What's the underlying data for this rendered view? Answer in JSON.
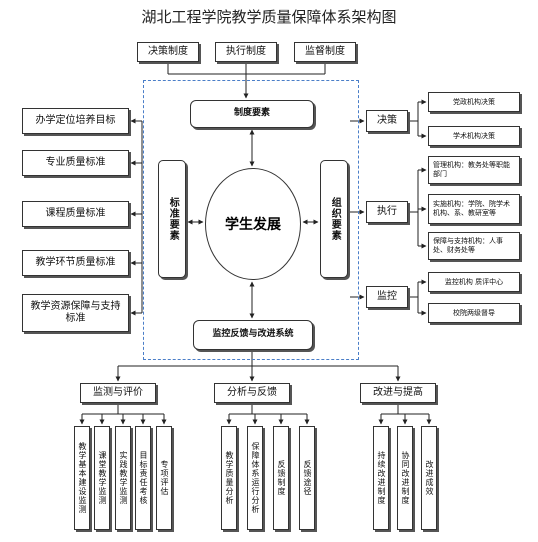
{
  "title": "湖北工程学院教学质量保障体系架构图",
  "core": "学生发展",
  "top_row": [
    "决策制度",
    "执行制度",
    "监督制度"
  ],
  "zhidu": "制度要素",
  "biaozhun": "标准要素",
  "zuzhi": "组织要素",
  "jiankong": "监控反馈与改进系统",
  "left_items": [
    "办学定位培养目标",
    "专业质量标准",
    "课程质量标准",
    "教学环节质量标准",
    "教学资源保障与支持标准"
  ],
  "right_groups": [
    {
      "label": "决策",
      "items": [
        "党政机构决策",
        "学术机构决策"
      ]
    },
    {
      "label": "执行",
      "items": [
        "管理机构：教务处等职能部门",
        "实施机构：学院、院学术机构、系、教研室等",
        "保障与支持机构：人事处、财务处等"
      ]
    },
    {
      "label": "监控",
      "items": [
        "监控机构 质评中心",
        "校院两级督导"
      ]
    }
  ],
  "bottom_groups": [
    {
      "label": "监测与评价",
      "items": [
        "教学基本建设监测",
        "课堂教学监测",
        "实践教学监测",
        "目标责任考核",
        "专项评估"
      ]
    },
    {
      "label": "分析与反馈",
      "items": [
        "教学质量分析",
        "保障体系运行分析",
        "反馈制度",
        "反馈途径"
      ]
    },
    {
      "label": "改进与提高",
      "items": [
        "持续改进制度",
        "协同改进制度",
        "改进成效"
      ]
    }
  ]
}
